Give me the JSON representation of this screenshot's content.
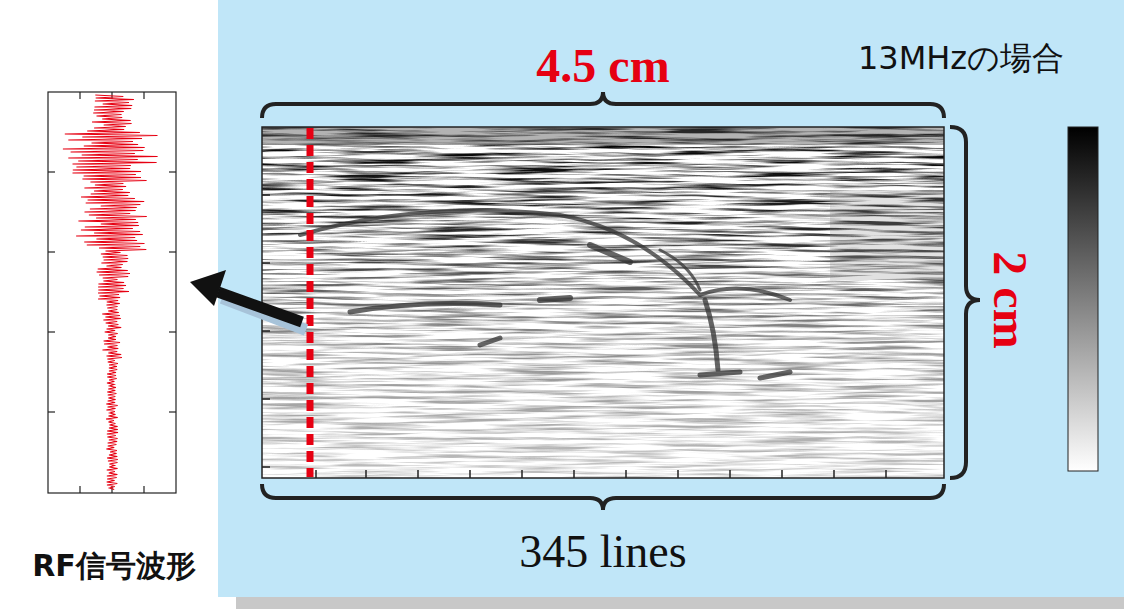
{
  "diagram": {
    "labels": [
      "13MHzの場合",
      "4.5 cm",
      "2 cm",
      "345 lines",
      "RF信号波形"
    ]
  }
}
